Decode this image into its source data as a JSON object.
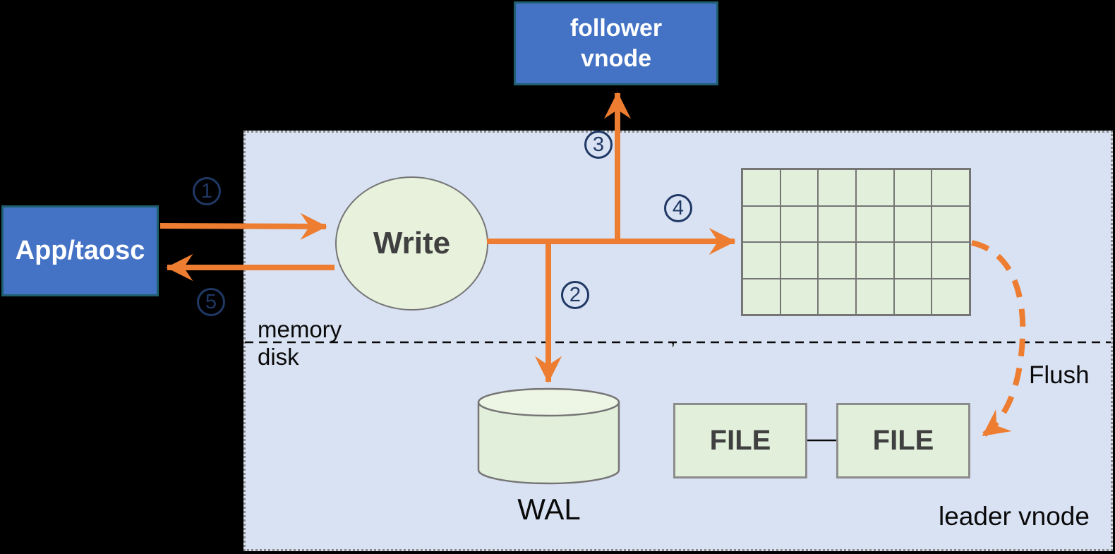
{
  "title": "leader vnode write flow diagram",
  "colors": {
    "background": "#000000",
    "panel_fill": "#D9E2F3",
    "panel_border": "#8C8C8C",
    "blue_fill": "#4472C4",
    "blue_border": "#1F5F6F",
    "green_fill": "#E2EFDA",
    "green_border": "#757575",
    "arrow_orange": "#ED7D31",
    "number_navy": "#1F3864",
    "dark_text": "#404040",
    "black_text": "#0A0A0A",
    "white_text": "#FFFFFF"
  },
  "nodes": {
    "follower_vnode": {
      "label": "follower\nvnode"
    },
    "app": {
      "label": "App/taosc"
    },
    "write": {
      "label": "Write"
    },
    "wal": {
      "label": "WAL"
    },
    "file1": {
      "label": "FILE"
    },
    "file2": {
      "label": "FILE"
    }
  },
  "labels": {
    "memory": "memory",
    "disk": "disk",
    "leader_vnode": "leader vnode",
    "flush": "Flush",
    "stray_mark": ","
  },
  "steps": [
    "1",
    "2",
    "3",
    "4",
    "5"
  ],
  "memtable_grid": {
    "rows": 4,
    "cols": 6
  }
}
